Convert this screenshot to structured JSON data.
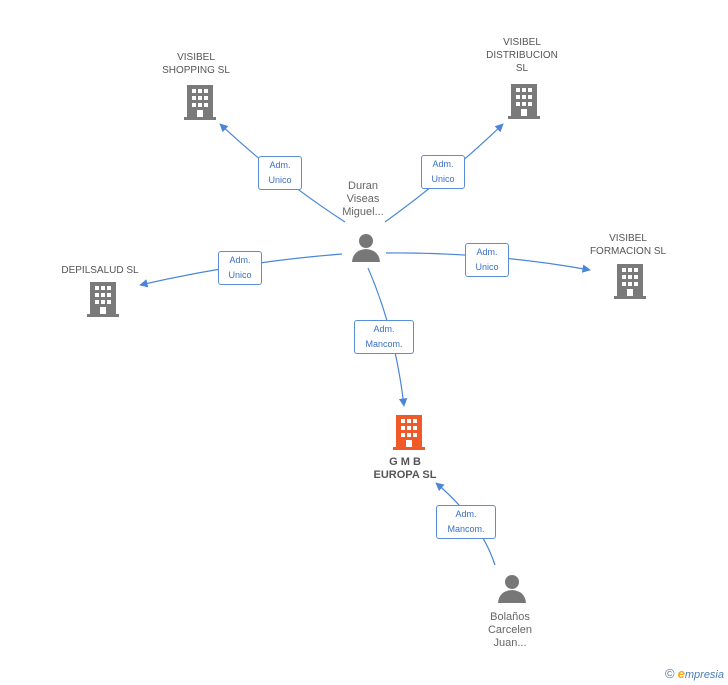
{
  "colors": {
    "edge": "#4a86d8",
    "company": "#7a7a7a",
    "focus_company": "#f05a28",
    "person": "#777777"
  },
  "nodes": {
    "visibel_shopping": {
      "label": "VISIBEL\nSHOPPING SL",
      "icon": "building-icon"
    },
    "visibel_distribucion": {
      "label": "VISIBEL\nDISTRIBUCION\nSL",
      "icon": "building-icon"
    },
    "visibel_formacion": {
      "label": "VISIBEL\nFORMACION SL",
      "icon": "building-icon"
    },
    "depilsalud": {
      "label": "DEPILSALUD  SL",
      "icon": "building-icon"
    },
    "gmb_europa": {
      "label": "G M B\nEUROPA SL",
      "icon": "building-icon"
    },
    "duran": {
      "label": "Duran\nViseas\nMiguel...",
      "icon": "person-icon"
    },
    "bolanos": {
      "label": "Bolaños\nCarcelen\nJuan...",
      "icon": "person-icon"
    }
  },
  "edges": {
    "e1": {
      "label": "Adm.\nUnico"
    },
    "e2": {
      "label": "Adm.\nUnico"
    },
    "e3": {
      "label": "Adm.\nUnico"
    },
    "e4": {
      "label": "Adm.\nUnico"
    },
    "e5": {
      "label": "Adm.\nMancom."
    },
    "e6": {
      "label": "Adm.\nMancom."
    }
  },
  "watermark": {
    "copyright": "©",
    "brand_initial": "e",
    "brand_rest": "mpresia"
  }
}
